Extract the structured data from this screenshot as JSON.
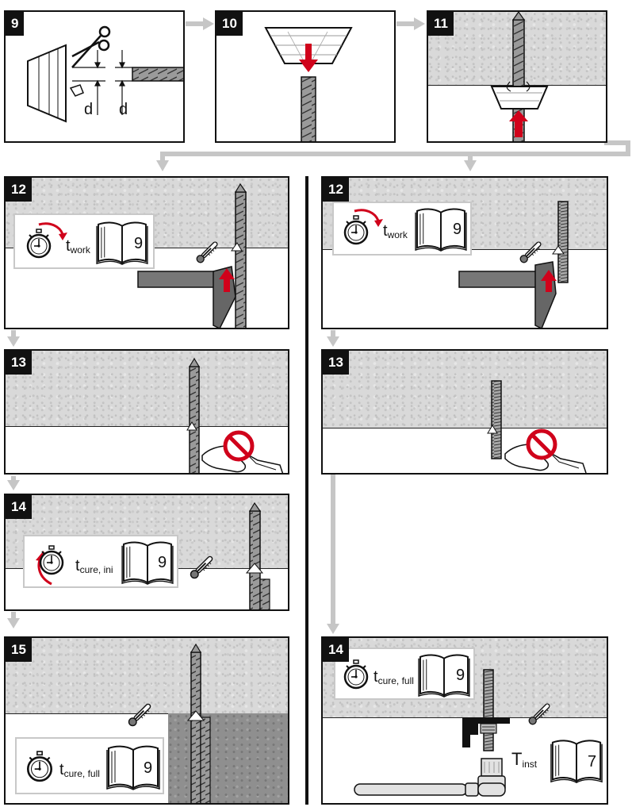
{
  "steps": {
    "s9": "9",
    "s10": "10",
    "s11": "11",
    "s12a": "12",
    "s13a": "13",
    "s14a": "14",
    "s15a": "15",
    "s12b": "12",
    "s13b": "13",
    "s14b": "14"
  },
  "labels": {
    "d_left": "d",
    "d_right": "d",
    "t_work": "t",
    "t_work_sub": "work",
    "t_cure_ini": "t",
    "t_cure_ini_sub": "cure, ini",
    "t_cure_full": "t",
    "t_cure_full_sub": "cure, full",
    "T_inst": "T",
    "T_inst_sub": "inst"
  },
  "book_refs": {
    "p12a": "9",
    "p12b": "9",
    "p14a": "9",
    "p15a": "9",
    "p14b_cure": "9",
    "p14b_torque": "7"
  },
  "icons": {
    "stopwatch": "stopwatch-icon",
    "book": "manual-book-icon",
    "thermometer": "thermometer-icon",
    "hammer": "hammer-icon",
    "scissors": "scissors-icon",
    "no_touch": "no-touch-icon",
    "socket": "socket-wrench-icon"
  },
  "colors": {
    "accent_red": "#d0021b",
    "flow_arrow": "#c6c6c6",
    "concrete": "#d9d9d9",
    "ink": "#111111"
  }
}
